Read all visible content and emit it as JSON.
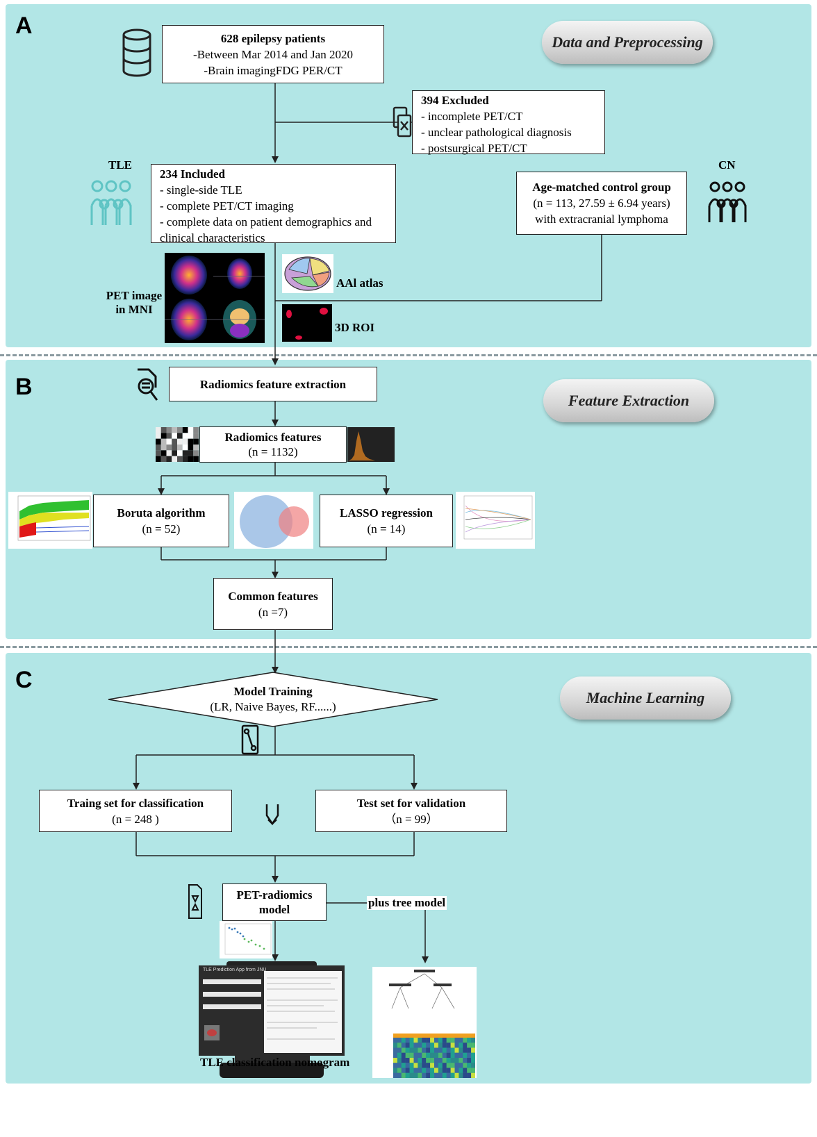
{
  "panels": {
    "a": {
      "letter": "A",
      "banner": "Data and Preprocessing"
    },
    "b": {
      "letter": "B",
      "banner": "Feature Extraction"
    },
    "c": {
      "letter": "C",
      "banner": "Machine Learning"
    }
  },
  "patients": {
    "title": "628 epilepsy patients",
    "line1": "-Between Mar 2014 and Jan 2020",
    "line2": "-Brain imagingFDG PER/CT"
  },
  "excluded": {
    "title": "394 Excluded",
    "items": [
      "- incomplete PET/CT",
      "- unclear pathological diagnosis",
      "- postsurgical PET/CT"
    ]
  },
  "included": {
    "title": "234 Included",
    "items": [
      "- single-side TLE",
      "- complete PET/CT imaging",
      "- complete data on patient demographics and",
      "clinical characteristics"
    ]
  },
  "control": {
    "title": "Age-matched control group",
    "line1": "(n = 113, 27.59 ± 6.94 years)",
    "line2": "with extracranial lymphoma"
  },
  "labels": {
    "tle": "TLE",
    "cn": "CN",
    "pet_image": "PET image in MNI",
    "aal_atlas": "AAl atlas",
    "roi": "3D ROI",
    "plus_tree": "plus tree model",
    "nomogram": "TLE classification nomogram"
  },
  "extraction": {
    "label": "Radiomics feature extraction"
  },
  "features": {
    "title": "Radiomics features",
    "n": "(n = 1132)"
  },
  "boruta": {
    "title": "Boruta algorithm",
    "n": "(n = 52)"
  },
  "lasso": {
    "title": "LASSO regression",
    "n": "(n = 14)"
  },
  "common": {
    "title": "Common features",
    "n": "(n =7)"
  },
  "model_training": {
    "title": "Model Training",
    "sub": "(LR, Naive Bayes, RF......)"
  },
  "training_set": {
    "title": "Traing set for classification",
    "n": "(n = 248 )"
  },
  "test_set": {
    "title": "Test set for validation",
    "n": "（n = 99）"
  },
  "pet_model": {
    "line1": "PET-radiomics",
    "line2": "model"
  },
  "app": {
    "title": "TLE Prediction App from JNU"
  },
  "colors": {
    "panel_bg": "#b2e6e6",
    "box_border": "#222222",
    "tle_icon": "#5fc4c4",
    "cn_icon": "#111111"
  },
  "icons": [
    "database-icon",
    "exclude-icon",
    "tle-group-icon",
    "cn-group-icon",
    "magnifier-icon",
    "split-icon",
    "merge-arrows-icon",
    "document-icon"
  ]
}
